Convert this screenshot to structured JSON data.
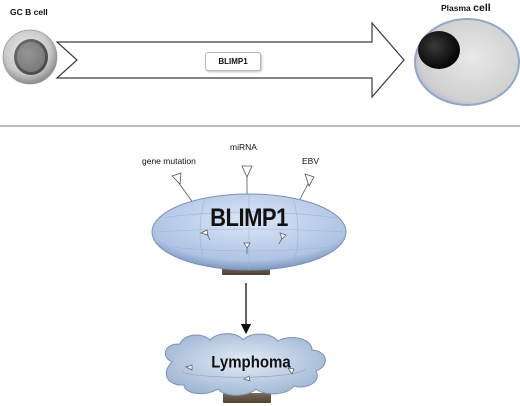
{
  "top_panel": {
    "source_label": "GC B cell",
    "target_label_small": "Plasma ",
    "target_label_large": "cell",
    "arrow_label": "BLIMP1"
  },
  "bottom_panel": {
    "factors": [
      "gene mutation",
      "miRNA",
      "EBV"
    ],
    "center_label": "BLIMP1",
    "outcome_label": "Lymphoma"
  },
  "colors": {
    "blimp_body": "#aec4e4",
    "lymphoma_cloud": "#a9c0dc",
    "divider": "#777777",
    "arrow_fill": "#ffffff",
    "arrow_stroke": "#3a3a3a"
  }
}
